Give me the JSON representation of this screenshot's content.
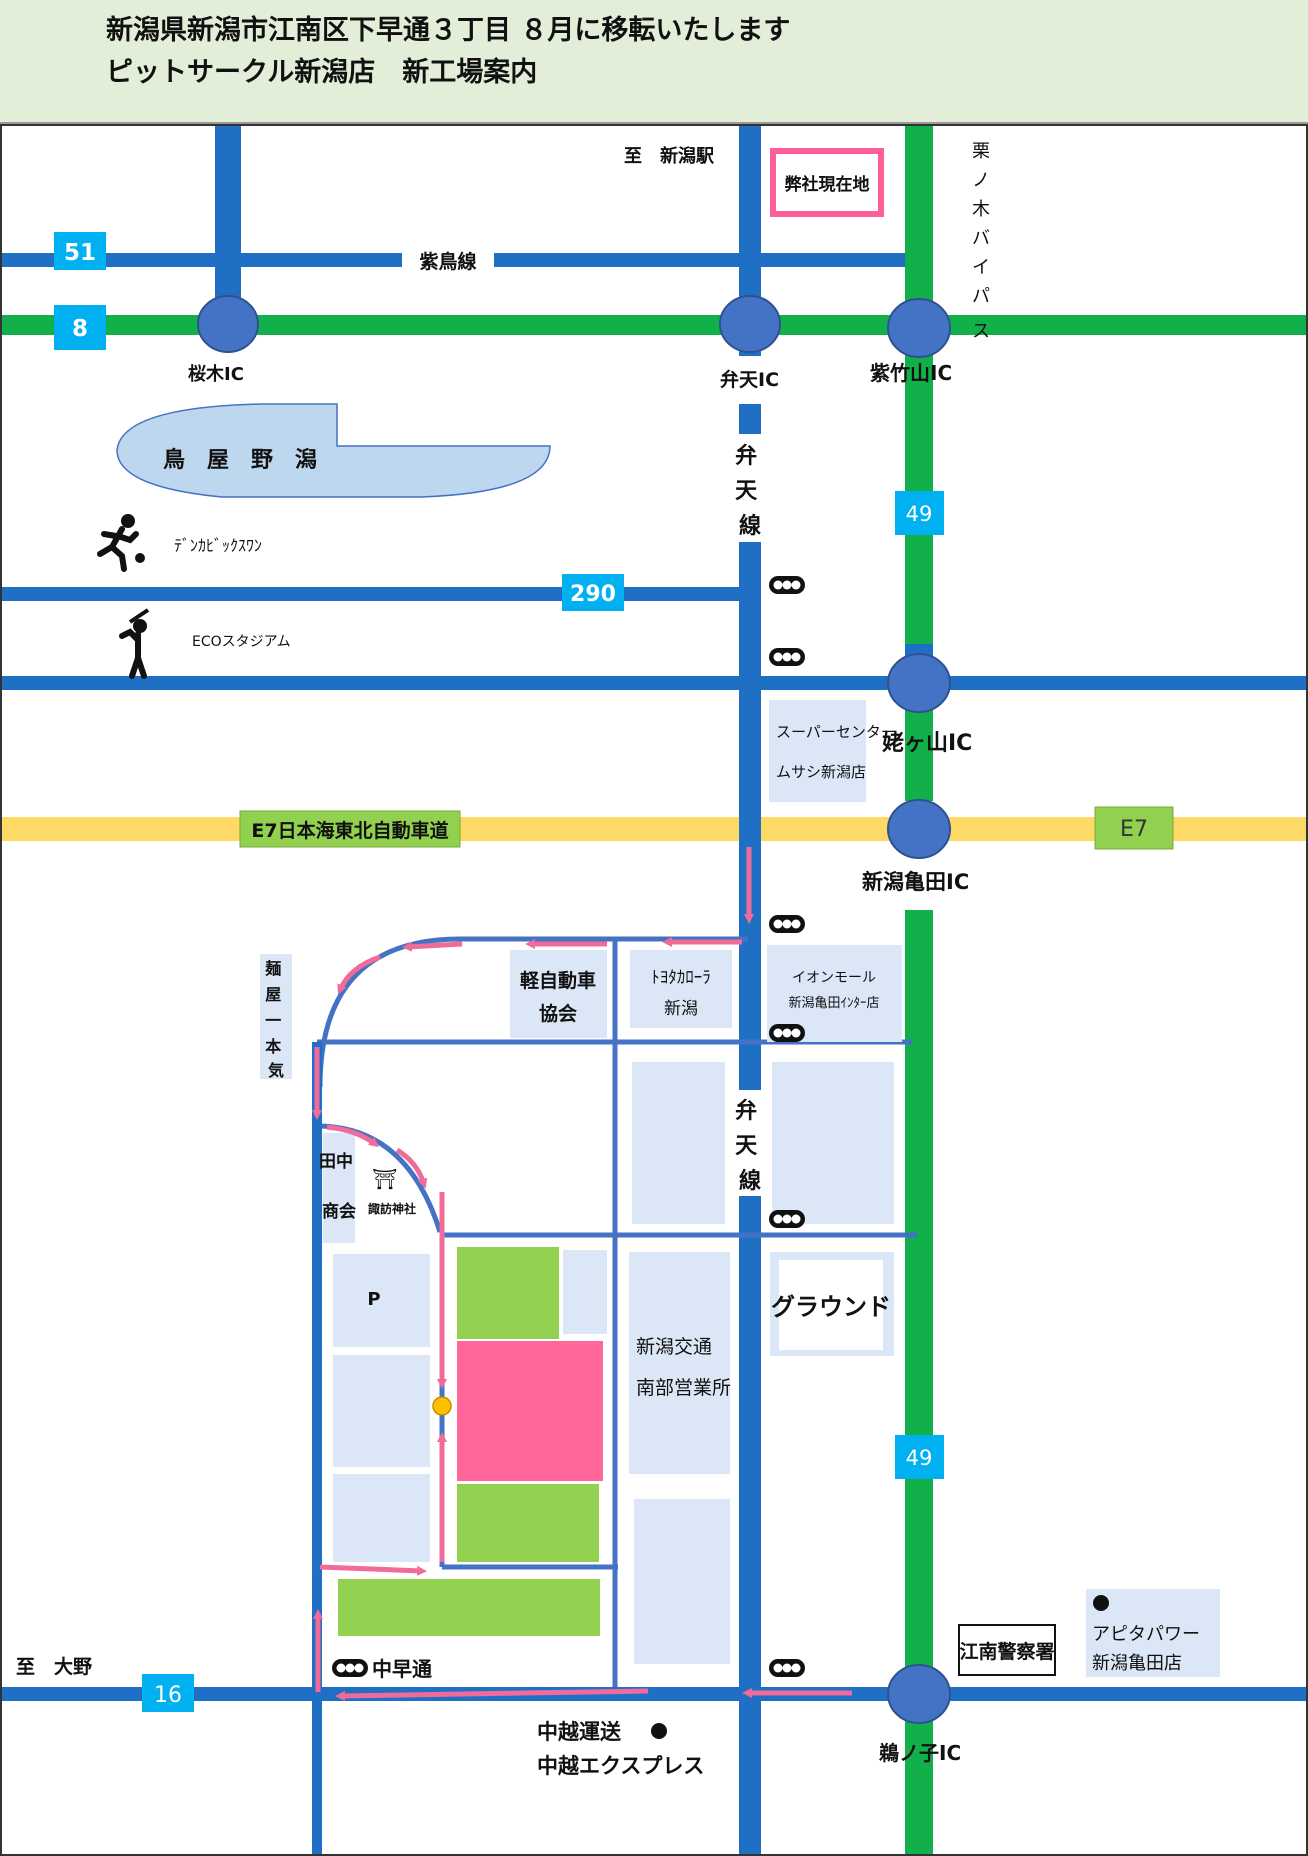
{
  "header": {
    "line1": "新潟県新潟市江南区下早通３丁目 ８月に移転いたします",
    "line2": "ピットサークル新潟店　新工場案内"
  },
  "colors": {
    "blue_road": "#1f6fc5",
    "green_road": "#12b04b",
    "expressway": "#ffd966",
    "route_arrow": "#f06a9a",
    "new_site": "#ff6699",
    "green_lot": "#92d050",
    "building": "#dbe7f6",
    "badge_blue": "#00b0f0",
    "badge_green": "#92d050",
    "interchange": "#4472c4",
    "lake": "#bdd7ee"
  },
  "map": {
    "direction_niigata_station": "至　新潟駅",
    "direction_ono": "至　大野",
    "current_location": "弊社現在地",
    "route_51": "51",
    "route_8": "8",
    "route_290": "290",
    "route_49": "49",
    "route_16": "16",
    "route_e7": "E7",
    "shichikusen": "紫鳥線",
    "kurinoki_bypass": "栗ノ木バイパス",
    "benten_line": "弁天線",
    "e7_name": "E7日本海東北自動車道",
    "ic_sakuragi": "桜木IC",
    "ic_benten": "弁天IC",
    "ic_shichikuyama": "紫竹山IC",
    "ic_uba": "姥ヶ山IC",
    "ic_kameda": "新潟亀田IC",
    "ic_unoko": "鵜ノ子IC",
    "lake_toyano": "鳥　屋　野　潟",
    "denka_big_swan": "ﾃﾞﾝｶﾋﾞｯｸｽﾜﾝ",
    "eco_stadium": "ECOスタジアム",
    "supercenter_1": "スーパーセンター",
    "supercenter_2": "ムサシ新潟店",
    "kei_1": "軽自動車",
    "kei_2": "協会",
    "toyota_1": "ﾄﾖﾀｶﾛｰﾗ",
    "toyota_2": "新潟",
    "aeon_1": "イオンモール",
    "aeon_2": "新潟亀田ｲﾝﾀｰ店",
    "menya": "麺屋一本気",
    "tanaka": "田中商会",
    "suwa_shrine": "諏訪神社",
    "parking": "P",
    "ground": "グラウンド",
    "kotsu_1": "新潟交通",
    "kotsu_2": "南部営業所",
    "police": "江南警察署",
    "apita_1": "アピタパワー",
    "apita_2": "新潟亀田店",
    "nakahayadori": "中早通",
    "chuetsu_1": "中越運送",
    "chuetsu_2": "中越エクスプレス"
  }
}
